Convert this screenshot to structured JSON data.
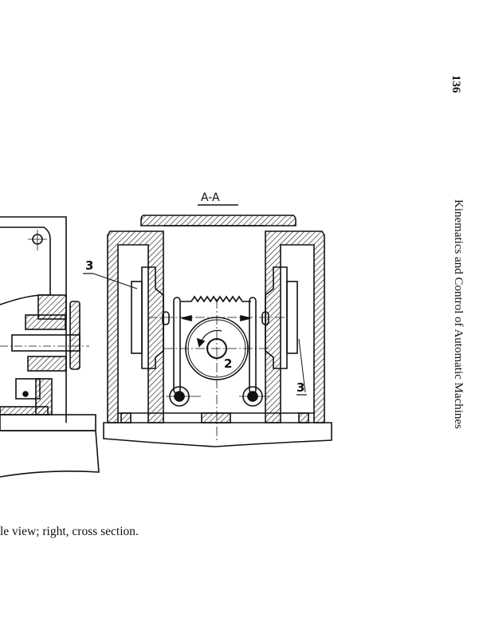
{
  "page_number": "136",
  "running_head": "Kinematics and Control of Automatic Machines",
  "caption": "le view; right, cross section.",
  "figure": {
    "section_label": "A-A",
    "callouts": [
      "3",
      "3",
      "2"
    ]
  }
}
